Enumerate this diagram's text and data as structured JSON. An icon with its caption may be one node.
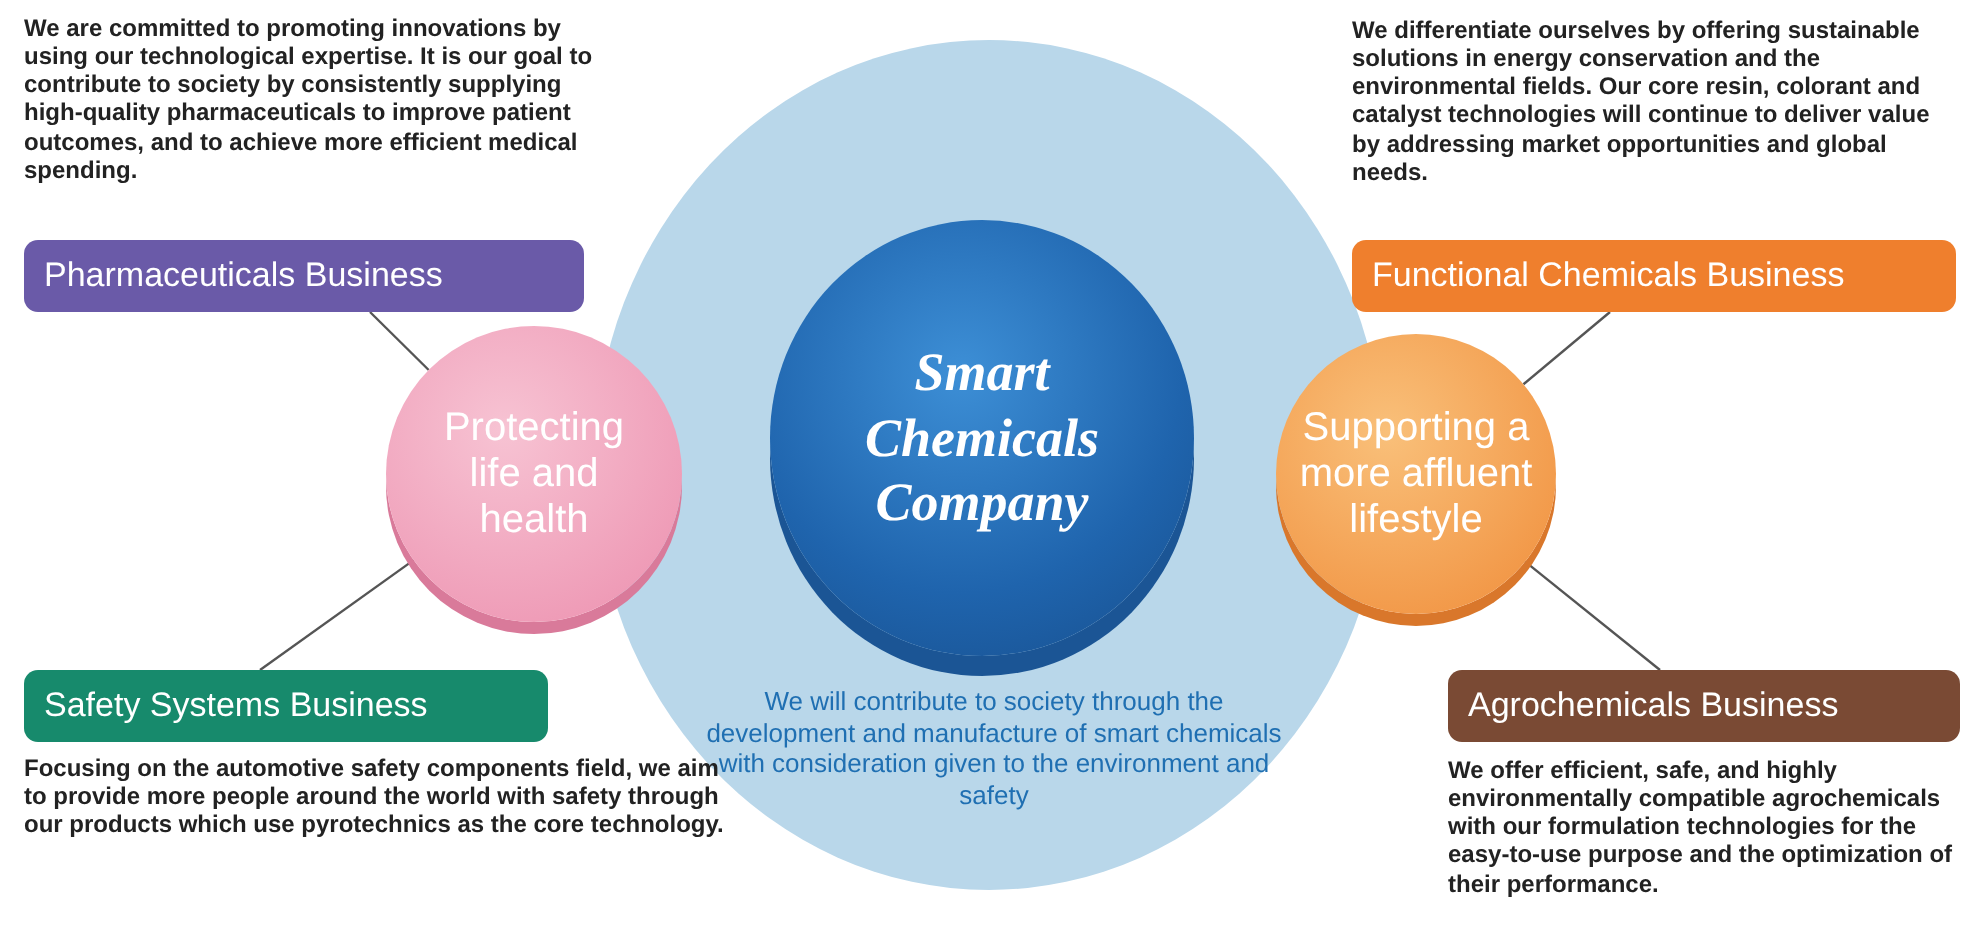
{
  "diagram": {
    "nodes": [
      {
        "text": [
          "We will contribute to society through the development and manufacture of smart chemicals with consideration given to the environment and safety"
        ]
      },
      {
        "text": [
          "Smart Chemicals Company"
        ],
        "in": 0
      },
      {
        "text": [
          "Pharmaceuticals Business"
        ],
        "beside": [
          "We are committed to promoting innovations by using our technological expertise. It is our goal to contribute to society by consistently supplying high-quality pharmaceuticals to improve patient outcomes, and to achieve more efficient medical spending."
        ]
      },
      {
        "text": [
          "Functional Chemicals Business"
        ],
        "beside": [
          "We differentiate ourselves by offering sustainable solutions in energy conservation and the environmental fields. Our core resin, colorant and catalyst technologies will continue to deliver value by addressing market opportunities and global needs."
        ]
      },
      {
        "text": [
          "Protecting life and health"
        ]
      },
      {
        "text": [
          "Supporting a more affluent lifestyle"
        ]
      },
      {
        "text": [
          "Safety Systems Business"
        ],
        "beside": [
          "Focusing on the automotive safety components field, we aim to provide more people around the world with safety through our products which use pyrotechnics as the core technology."
        ]
      },
      {
        "text": [
          "Agrochemicals Business"
        ],
        "beside": [
          "We offer efficient, safe, and highly environmentally compatible agrochemicals with our formulation technologies for the easy-to-use purpose and the optimization of their performance."
        ]
      }
    ],
    "edges": [
      {
        "from": 2,
        "to": 4,
        "arrow": "none"
      },
      {
        "from": 6,
        "to": 4,
        "arrow": "none"
      },
      {
        "from": 3,
        "to": 5,
        "arrow": "none"
      },
      {
        "from": 7,
        "to": 5,
        "arrow": "none"
      }
    ]
  }
}
